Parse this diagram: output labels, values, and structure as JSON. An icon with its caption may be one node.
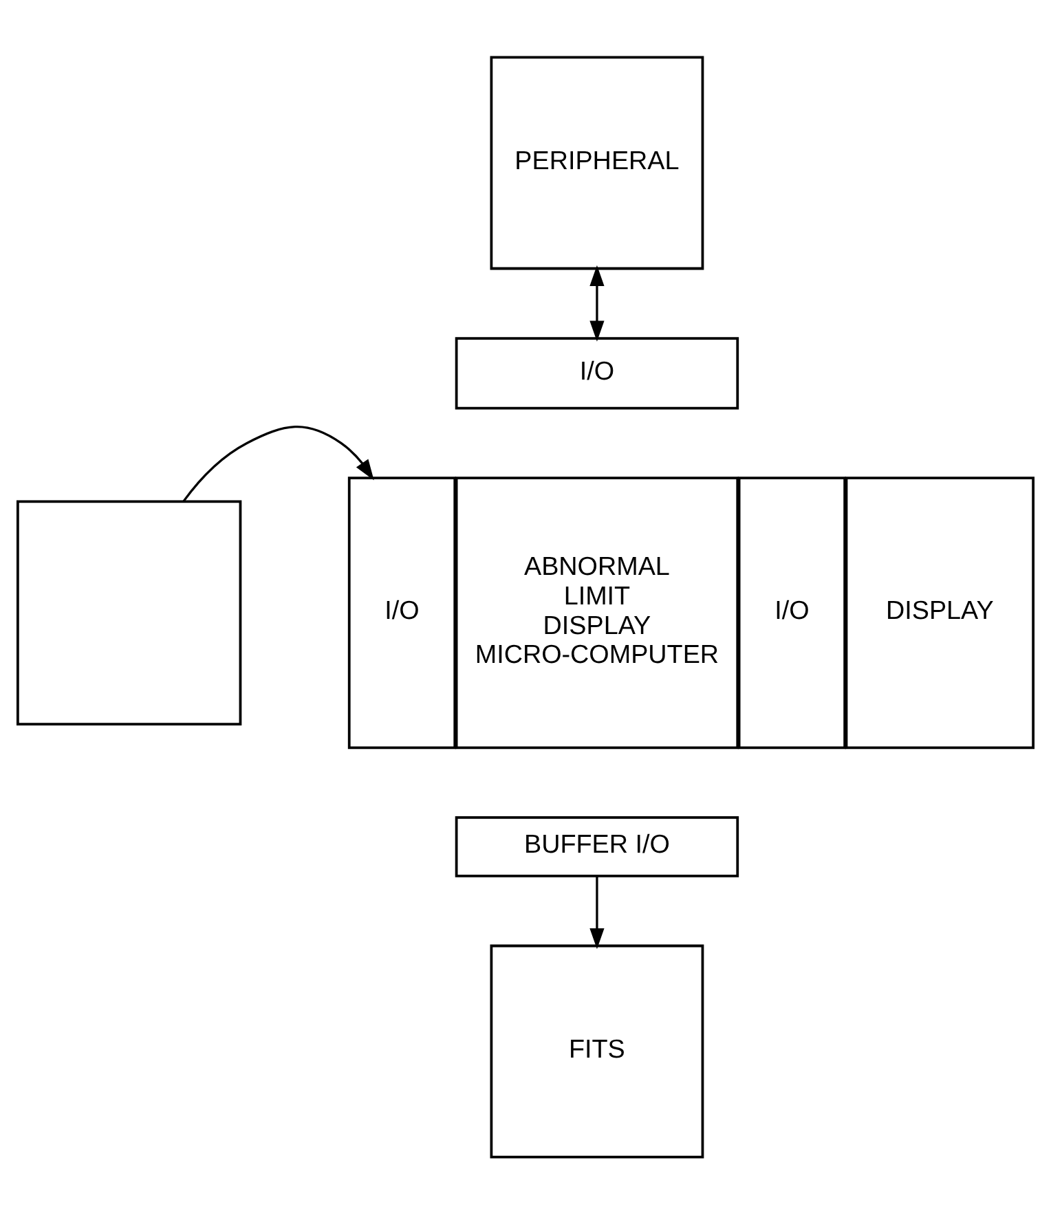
{
  "diagram": {
    "nodes": [
      {
        "text": [
          "PERIPHERAL"
        ]
      },
      {
        "text": [
          "I/O"
        ]
      },
      {
        "text": [],
        "shape": "box"
      },
      {
        "text": [
          "I/O"
        ]
      },
      {
        "text": [
          "ABNORMAL LIMIT DISPLAY MICRO-COMPUTER"
        ]
      },
      {
        "text": [
          "I/O"
        ]
      },
      {
        "text": [
          "DISPLAY"
        ]
      },
      {
        "text": [
          "BUFFER I/O"
        ]
      },
      {
        "text": [
          "FITS"
        ]
      }
    ],
    "edges": [
      {
        "from": 0,
        "to": 1,
        "arrow": "both"
      },
      {
        "from": 2,
        "to": 3,
        "arrow": "to"
      },
      {
        "from": 7,
        "to": 8,
        "arrow": "to"
      }
    ]
  }
}
